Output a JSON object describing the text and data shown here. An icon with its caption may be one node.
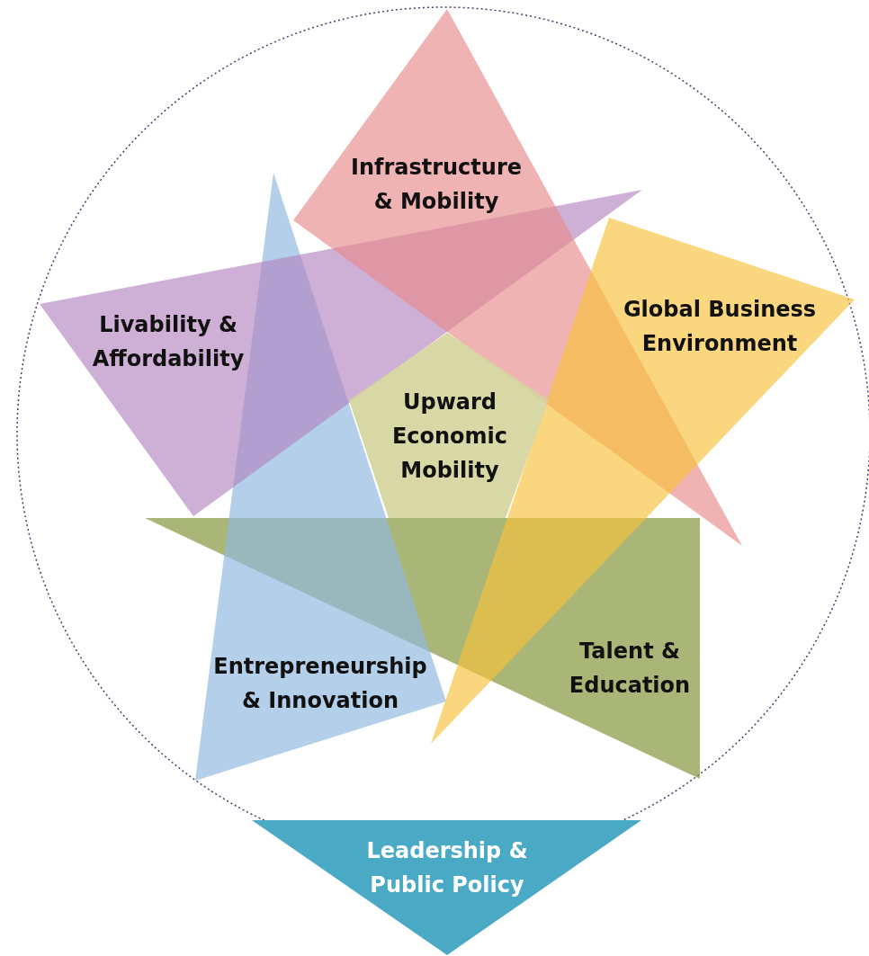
{
  "diagram": {
    "nodes": [
      {
        "text": [
          "Infrastructure & Mobility"
        ]
      },
      {
        "text": [
          "Livability & Affordability"
        ]
      },
      {
        "text": [
          "Global Business Environment"
        ]
      },
      {
        "text": [
          "Upward Economic Mobility"
        ]
      },
      {
        "text": [
          "Entrepreneurship & Innovation"
        ]
      },
      {
        "text": [
          "Talent & Education"
        ]
      },
      {
        "text": [
          "Leadership & Public Policy"
        ]
      }
    ]
  }
}
